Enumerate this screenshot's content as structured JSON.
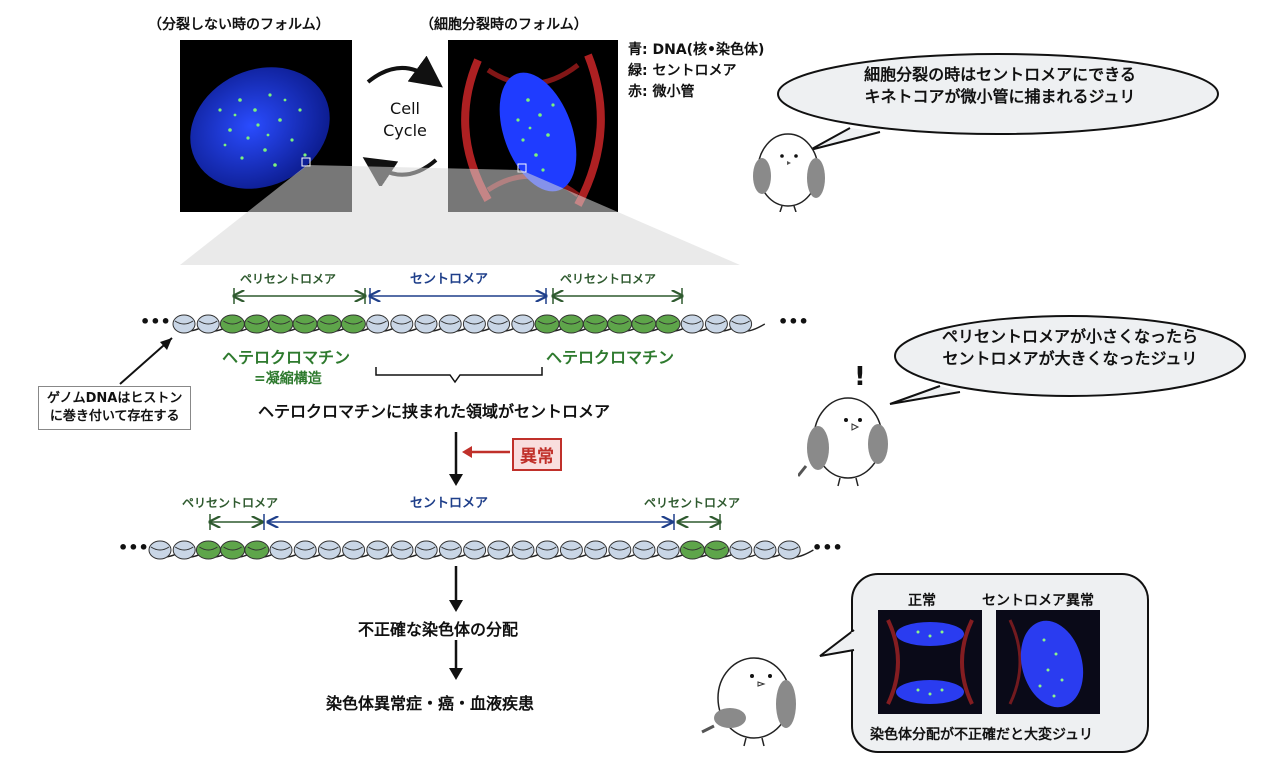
{
  "top": {
    "caption_interphase": "（分裂しない時のフォルム）",
    "caption_mitosis": "（細胞分裂時のフォルム）",
    "cell_cycle": [
      "Cell",
      "Cycle"
    ],
    "legend": [
      {
        "color_label": "青:",
        "text": "DNA(核•染色体)"
      },
      {
        "color_label": "緑:",
        "text": "セントロメア"
      },
      {
        "color_label": "赤:",
        "text": "微小管"
      }
    ]
  },
  "bubbles": {
    "first": [
      "細胞分裂の時はセントロメアにできる",
      "キネトコアが微小管に捕まれるジュリ"
    ],
    "second": [
      "ペリセントロメアが小さくなったら",
      "セントロメアが大きくなったジュリ"
    ],
    "exclaim": "!",
    "third_labels": {
      "normal": "正常",
      "abnormal": "セントロメア異常"
    },
    "third_caption": "染色体分配が不正確だと大変ジュリ"
  },
  "chromatin_top": {
    "peri_left": "ペリセントロメア",
    "centromere": "セントロメア",
    "peri_right": "ペリセントロメア",
    "hetero_left": "ヘテロクロマチン",
    "hetero_left_sub": "=凝縮構造",
    "hetero_right": "ヘテロクロマチン",
    "dots": "•••",
    "between_caption": "ヘテロクロマチンに挟まれた領域がセントロメア"
  },
  "genome_note": [
    "ゲノムDNAはヒストン",
    "に巻き付いて存在する"
  ],
  "abnormal_label": "異常",
  "chromatin_bottom": {
    "peri_left": "ペリセントロメア",
    "centromere": "セントロメア",
    "peri_right": "ペリセントロメア"
  },
  "flow": {
    "step1": "不正確な染色体の分配",
    "step2": "染色体異常症・癌・血液疾患"
  },
  "colors": {
    "nucleosome_normal": "#c9d6e6",
    "nucleosome_hetero": "#5ea54a",
    "blue_label": "#1f3f8a",
    "green_label": "#2f5a2f",
    "abnormal_red": "#c0302a"
  }
}
